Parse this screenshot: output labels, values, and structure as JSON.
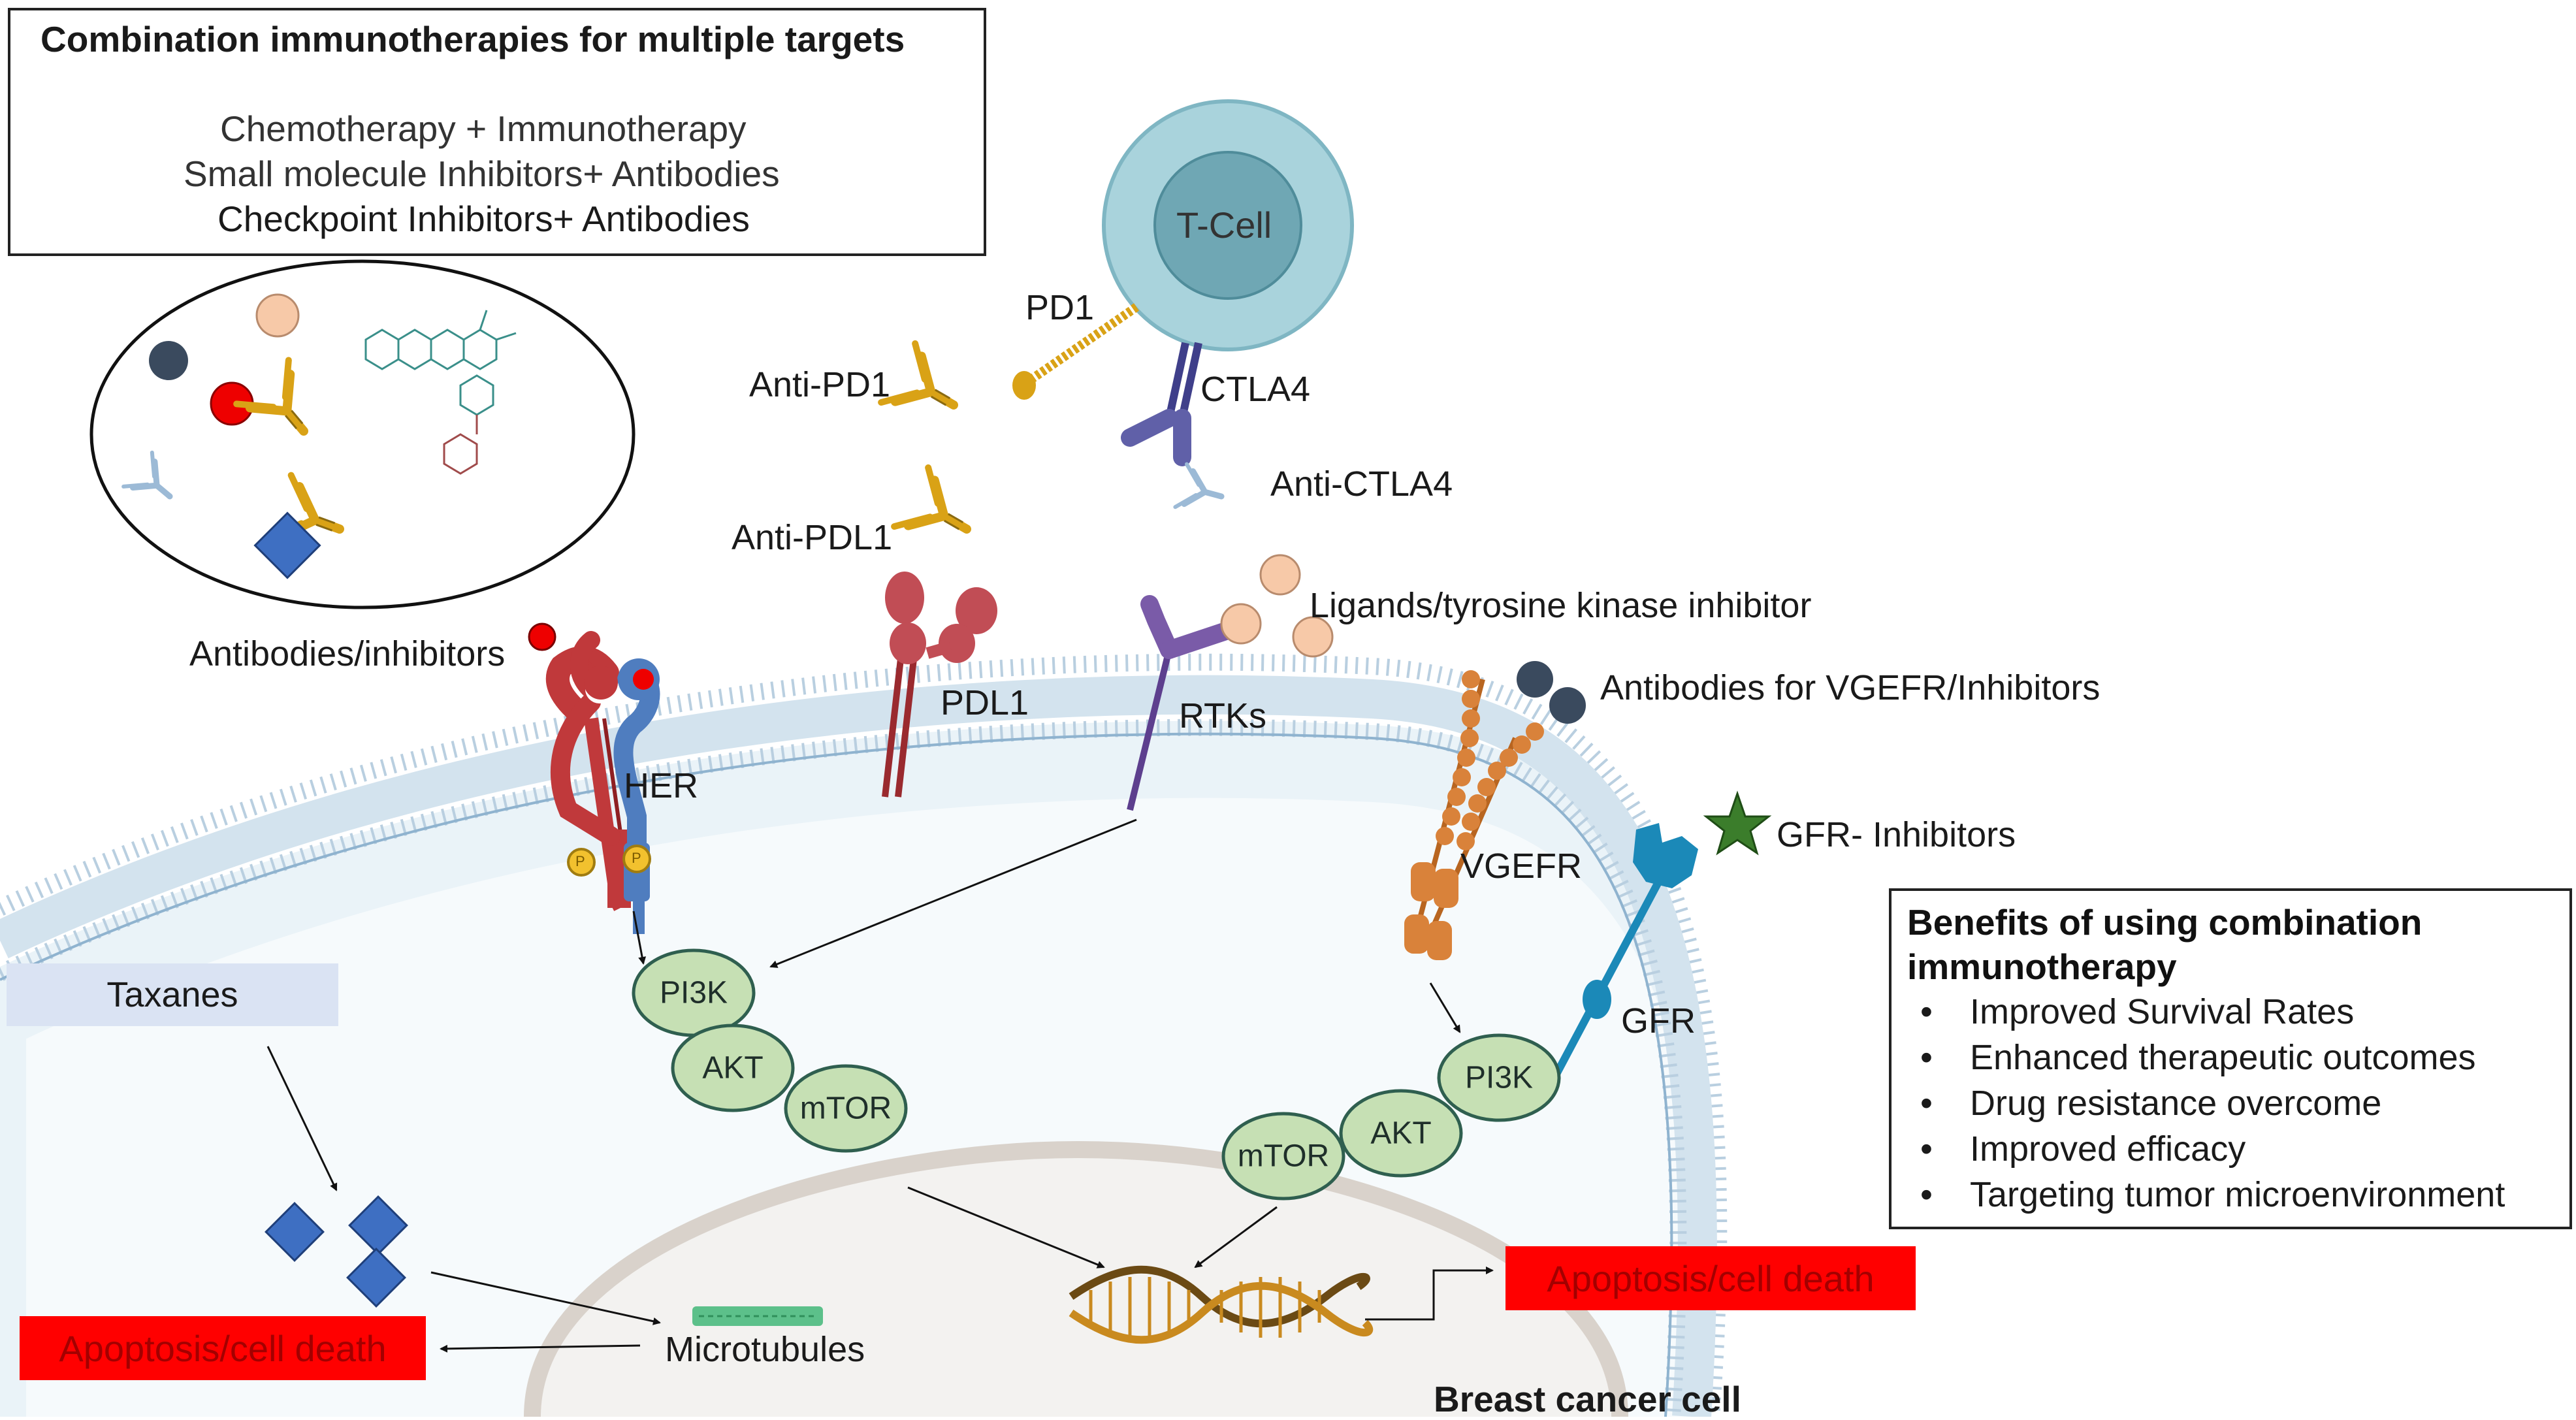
{
  "combo_box": {
    "title": "Combination immunotherapies for multiple targets",
    "lines": [
      "Chemotherapy + Immunotherapy",
      "Small molecule Inhibitors+ Antibodies",
      "Checkpoint Inhibitors+ Antibodies"
    ]
  },
  "tcell": {
    "label": "T-Cell"
  },
  "labels": {
    "pd1": "PD1",
    "anti_pd1": "Anti-PD1",
    "ctla4": "CTLA4",
    "anti_ctla4": "Anti-CTLA4",
    "anti_pdl1": "Anti-PDL1",
    "ligands": "Ligands/tyrosine kinase inhibitor",
    "antibodies_inhibitors": "Antibodies/inhibitors",
    "pdl1": "PDL1",
    "rtks": "RTKs",
    "antibodies_vgefr": "Antibodies for VGEFR/Inhibitors",
    "her": "HER",
    "vgefr": "VGEFR",
    "gfr_inhibitors": "GFR- Inhibitors",
    "gfr": "GFR",
    "taxanes": "Taxanes",
    "microtubules": "Microtubules",
    "breast_cancer_cell": "Breast cancer cell",
    "phospho": "P"
  },
  "pathway_left": [
    "PI3K",
    "AKT",
    "mTOR"
  ],
  "pathway_right": [
    "PI3K",
    "AKT",
    "mTOR"
  ],
  "apoptosis": {
    "left": "Apoptosis/cell death",
    "right": "Apoptosis/cell death"
  },
  "benefits": {
    "title": "Benefits of using combination immunotherapy",
    "items": [
      "Improved Survival Rates",
      "Enhanced therapeutic outcomes",
      "Drug resistance overcome",
      "Improved efficacy",
      "Targeting tumor microenvironment"
    ]
  },
  "colors": {
    "tcell": "#a9d3dc",
    "tcell_nucleus": "#6fa7b4",
    "membrane": "#c5dde9",
    "pathway_fill": "#c6e0b4",
    "pathway_stroke": "#2f5f4f",
    "apoptosis": "#ff0000",
    "taxanes_box": "#dae3f3",
    "antibody_gold": "#d9a216",
    "her_red": "#c0393b",
    "her_blue": "#4f7dbf",
    "rtk_purple": "#7a5ba8",
    "vgefr_orange": "#d9823a",
    "gfr_blue": "#1b89b8",
    "diamond_blue": "#3e6fc2",
    "navy_ball": "#3a4a5e",
    "peach_ball": "#f7c9a8",
    "star_green": "#3b7d2b"
  }
}
